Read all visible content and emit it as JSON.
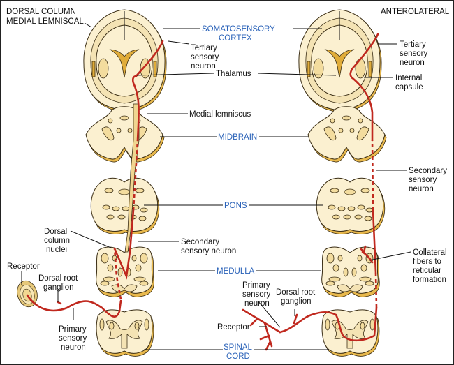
{
  "titles": {
    "left_line1": "DORSAL COLUMN",
    "left_line2": "MEDIAL LEMNISCAL",
    "right": "ANTEROLATERAL"
  },
  "levels": {
    "cortex_line1": "SOMATOSENSORY",
    "cortex_line2": "CORTEX",
    "midbrain": "MIDBRAIN",
    "pons": "PONS",
    "medulla": "MEDULLA",
    "spinal_line1": "SPINAL",
    "spinal_line2": "CORD"
  },
  "left_labels": {
    "tertiary": [
      "Tertiary",
      "sensory",
      "neuron"
    ],
    "thalamus": "Thalamus",
    "medial_lemniscus": "Medial lemniscus",
    "dorsal_column_nuclei": [
      "Dorsal",
      "column",
      "nuclei"
    ],
    "secondary": [
      "Secondary",
      "sensory neuron"
    ],
    "receptor": "Receptor",
    "drg": [
      "Dorsal root",
      "ganglion"
    ],
    "primary": [
      "Primary",
      "sensory",
      "neuron"
    ]
  },
  "right_labels": {
    "tertiary": [
      "Tertiary",
      "sensory",
      "neuron"
    ],
    "internal_capsule": [
      "Internal",
      "capsule"
    ],
    "secondary": [
      "Secondary",
      "sensory",
      "neuron"
    ],
    "collateral": [
      "Collateral",
      "fibers to",
      "reticular",
      "formation"
    ],
    "primary": [
      "Primary",
      "sensory",
      "neuron"
    ],
    "drg": [
      "Dorsal root",
      "ganglion"
    ],
    "receptor": "Receptor"
  },
  "colors": {
    "level_label": "#2a62b8",
    "nerve": "#c0281e",
    "tissue": "#fbf0d0",
    "tissue_edge": "#e8b84c"
  }
}
